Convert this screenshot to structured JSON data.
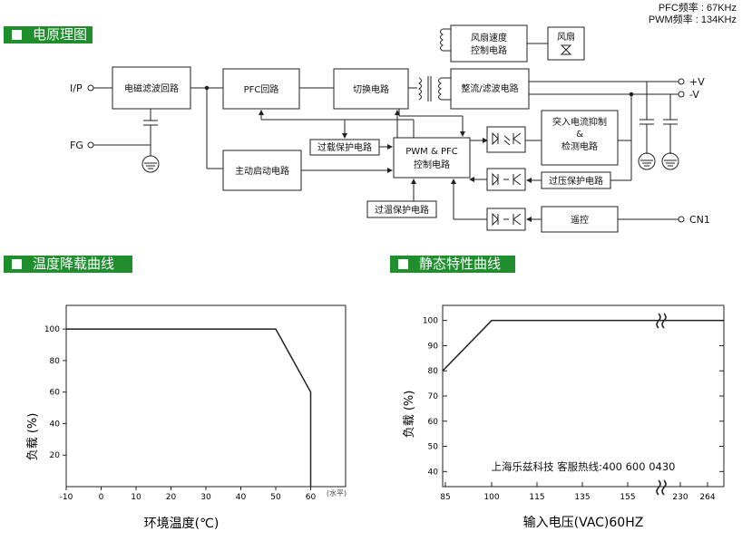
{
  "freq": {
    "pfc": "PFC频率 : 67KHz",
    "pwm": "PWM频率 : 134KHz"
  },
  "sections": {
    "block_diagram": "电原理图",
    "derating": "温度降载曲线",
    "static": "静态特性曲线"
  },
  "diagram": {
    "io": {
      "ip": "I/P",
      "fg": "FG",
      "vplus": "+V",
      "vminus": "-V",
      "cn1": "CN1"
    },
    "blocks": {
      "emi": "电磁滤波回路",
      "pfc": "PFC回路",
      "switch": "切换电路",
      "fan_speed_1": "风扇速度",
      "fan_speed_2": "控制电路",
      "fan": "风扇",
      "rect": "整流/滤波电路",
      "inrush_1": "突入电流抑制",
      "inrush_2": "&",
      "inrush_3": "检测电路",
      "olp": "过载保护电路",
      "ctrl_1": "PWM & PFC",
      "ctrl_2": "控制电路",
      "aux": "主动启动电路",
      "ovp": "过压保护电路",
      "otp": "过温保护电路",
      "remote": "遥控"
    }
  },
  "chart_data": [
    {
      "type": "line",
      "title": "",
      "xlabel": "环境温度(℃)",
      "ylabel": "负载 (%)",
      "x_ticks": [
        "-10",
        "0",
        "10",
        "20",
        "30",
        "40",
        "50",
        "60"
      ],
      "x_unit": "(水平)",
      "y_ticks": [
        "20",
        "40",
        "60",
        "80",
        "100"
      ],
      "xlim": [
        -10,
        70
      ],
      "ylim": [
        0,
        115
      ],
      "series": [
        {
          "x": [
            -10,
            50,
            60,
            60
          ],
          "y": [
            100,
            100,
            60,
            0
          ]
        }
      ]
    },
    {
      "type": "line",
      "title": "",
      "xlabel": "输入电压(VAC)60HZ",
      "ylabel": "负载 (%)",
      "x_ticks": [
        "85",
        "100",
        "115",
        "135",
        "155",
        "230",
        "264"
      ],
      "y_ticks": [
        "40",
        "50",
        "60",
        "70",
        "80",
        "90",
        "100"
      ],
      "ylim": [
        34,
        106
      ],
      "series": [
        {
          "x": [
            "85",
            "100",
            "264"
          ],
          "y": [
            80,
            100,
            100
          ]
        }
      ],
      "annotation": "上海乐兹科技 客服热线:400 600 0430"
    }
  ]
}
